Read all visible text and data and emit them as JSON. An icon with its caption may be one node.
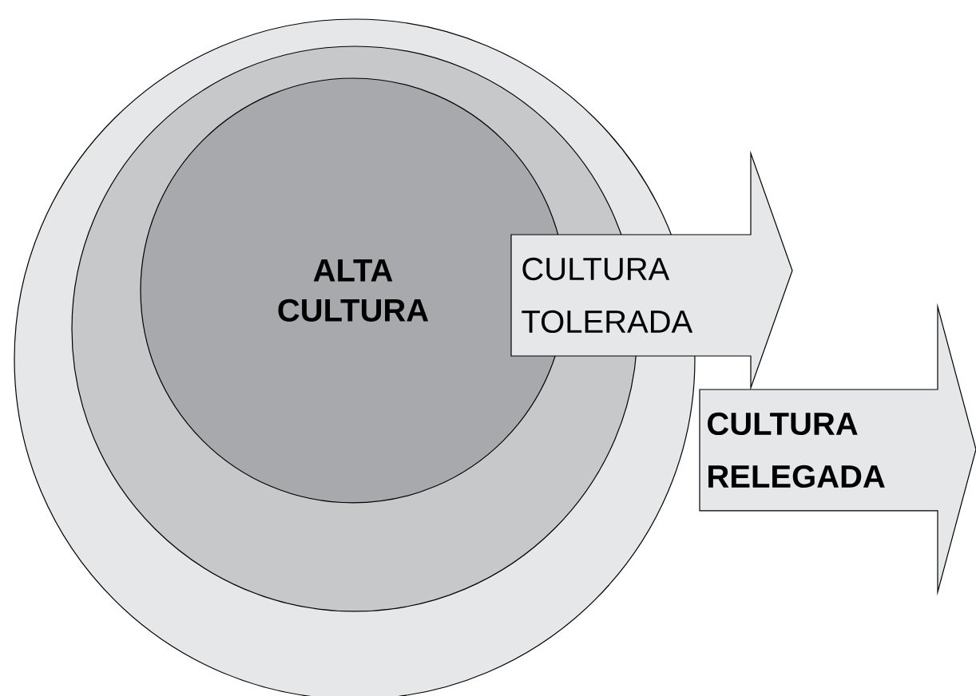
{
  "diagram": {
    "nodes": [
      {
        "text": [],
        "shape": "circle"
      },
      {
        "text": [],
        "shape": "circle",
        "in": 0
      },
      {
        "text": [
          "ALTA CULTURA"
        ],
        "in": 1
      },
      {
        "text": [
          "CULTURA TOLERADA"
        ]
      },
      {
        "text": [
          "CULTURA RELEGADA"
        ]
      }
    ]
  }
}
